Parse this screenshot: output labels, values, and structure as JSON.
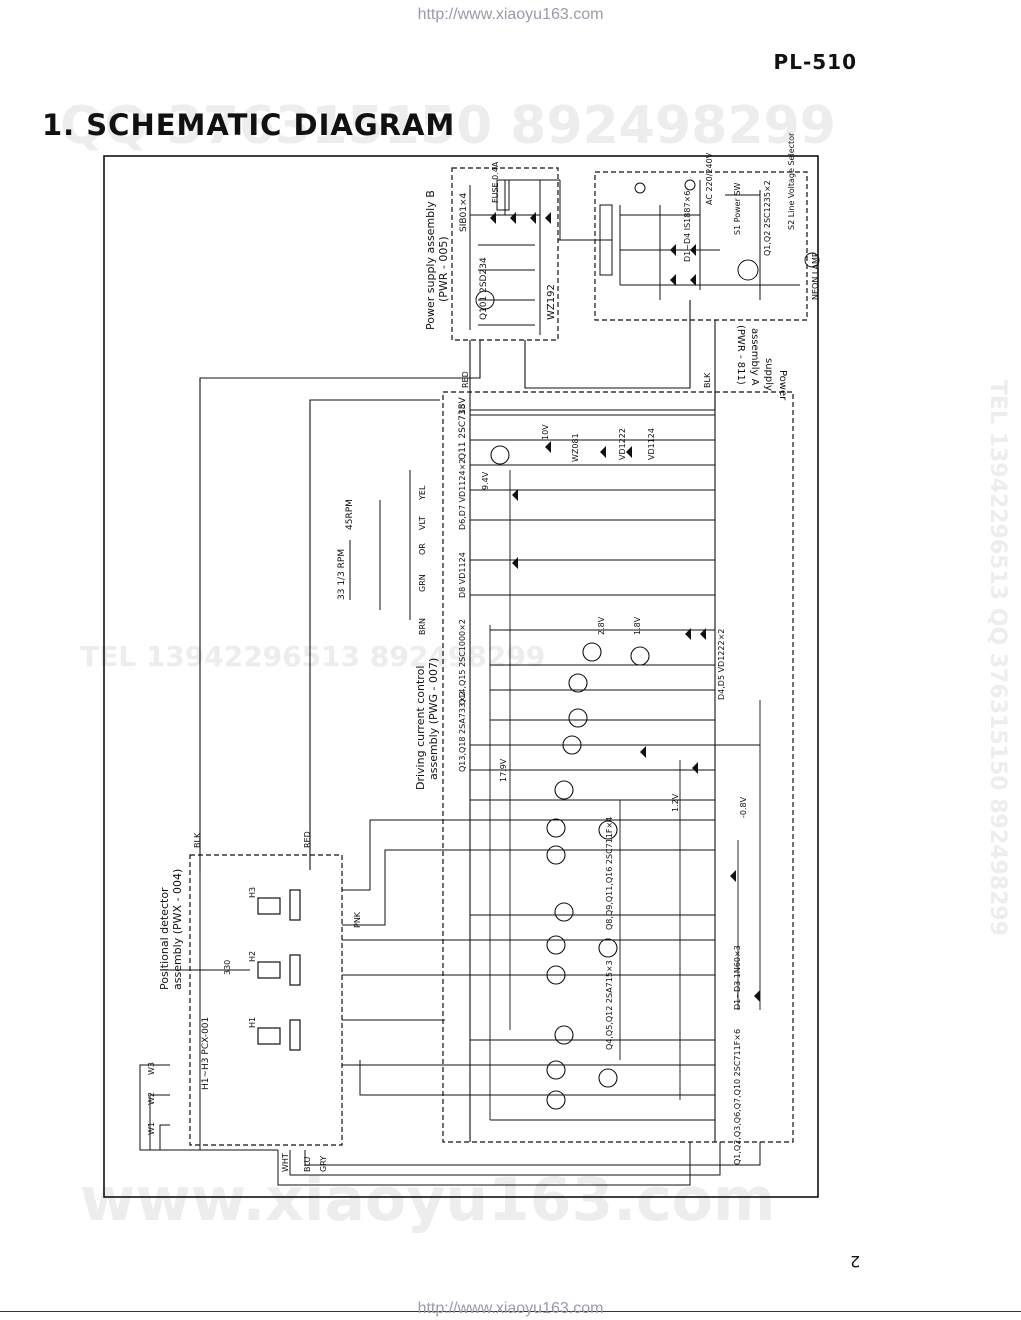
{
  "header": {
    "url_top": "http://www.xiaoyu163.com",
    "model": "PL-510",
    "title": "1. SCHEMATIC DIAGRAM"
  },
  "footer": {
    "url_bottom": "http://www.xiaoyu163.com",
    "page_number": "2"
  },
  "watermarks": {
    "qq_top": "QQ 376315150   892498299",
    "tel_right": "TEL 13942296513  QQ 376315150  892498299",
    "tel_mid": "TEL 13942296513         892498299",
    "site": "www.xiaoyu163.com"
  },
  "assemblies": {
    "power_b": "Power supply assembly B",
    "power_b_code": "(PWR - 005)",
    "power_a_line1": "Power",
    "power_a_line2": "supply",
    "power_a_line3": "assembly A",
    "power_a_code": "(PWR - 811)",
    "driving": "Driving current control",
    "driving_code": "assembly (PWG - 007)",
    "positional": "Positional detector",
    "positional_code": "assembly (PWX - 004)"
  },
  "labels": {
    "sib01": "SIB01×4",
    "fuse_b": "FUSE 0.4A",
    "q101": "Q101 2SD234",
    "wz192": "WZ192",
    "ac_in": "AC 220/240V",
    "power_sw": "S1 Power SW",
    "voltage_sel": "S2 Line Voltage Selector",
    "neon": "NEON LAMP",
    "is1887": "D1~D4 IS1887×6",
    "sc1235": "Q1,Q2 2SC1235×2",
    "q11": "Q11 2SC735",
    "v18": "18V",
    "v10": "10V",
    "v94": "9.4V",
    "wz081": "WZ081",
    "vd1222": "VD1222",
    "vd1124": "VD1124",
    "vd1124x2": "D6,D7 VD1124×2",
    "vd1124_d8": "D8 VD1124",
    "rpm45": "45RPM",
    "rpm33": "33 1/3 RPM",
    "v28": "2.8V",
    "v18b": "1.8V",
    "sc1000": "Q14,Q15 2SC1000×2",
    "vd1222x2": "D4,D5 VD1222×2",
    "sa733": "Q13,Q18 2SA733×2",
    "v179": "17.9V",
    "v12": "1.2V",
    "vm08": "-0.8V",
    "sc711f4": "Q8,Q9,Q11,Q16 2SC711F×4",
    "sa715": "Q4,Q5,Q12 2SA715×3",
    "in60": "D1~D3 1N60×3",
    "sc711f6": "Q1,Q2,Q3,Q6,Q7,Q10 2SC711F×6",
    "pcx": "H1~H3 PCX-001",
    "w1": "W1",
    "w2": "W2",
    "w3": "W3",
    "wht": "WHT",
    "blu": "BLU",
    "gry": "GRY",
    "red": "RED",
    "blk": "BLK",
    "yel": "YEL",
    "vlt": "VLT",
    "or": "OR",
    "grn": "GRN",
    "brn": "BRN",
    "pnk": "PNK",
    "h1": "H1",
    "h2": "H2",
    "h3": "H3",
    "r330": "330"
  }
}
